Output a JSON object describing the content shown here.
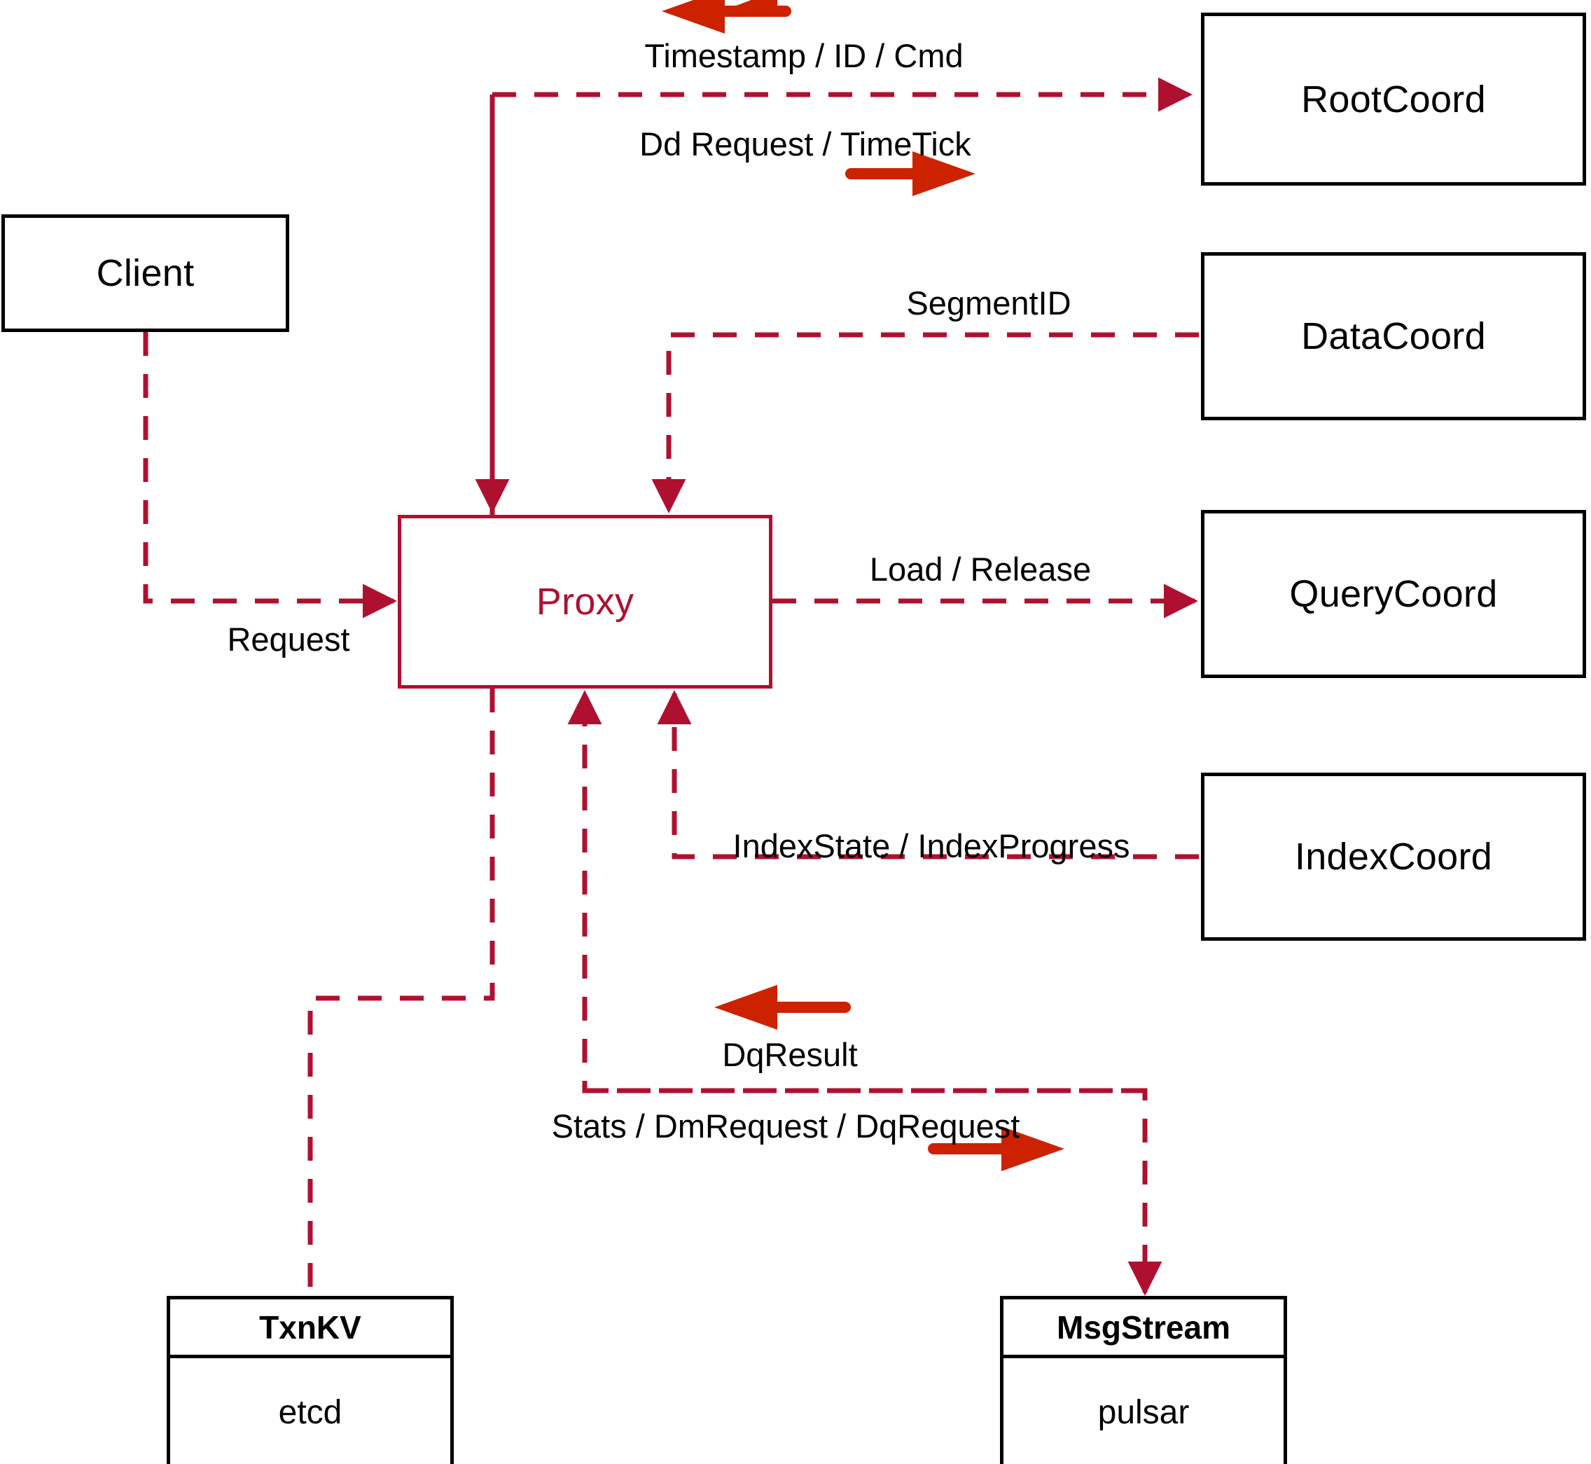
{
  "diagram": {
    "title": "Milvus Proxy interaction diagram",
    "colors": {
      "line": "#B01030",
      "thick_arrow": "#CC2200",
      "box_border": "#000000",
      "background": "#FFFFFF"
    },
    "nodes": [
      {
        "id": "client",
        "label": "Client",
        "style": "plain-black"
      },
      {
        "id": "proxy",
        "label": "Proxy",
        "style": "plain-red"
      },
      {
        "id": "rootcoord",
        "label": "RootCoord",
        "style": "plain-black"
      },
      {
        "id": "datacoord",
        "label": "DataCoord",
        "style": "plain-black"
      },
      {
        "id": "querycoord",
        "label": "QueryCoord",
        "style": "plain-black"
      },
      {
        "id": "indexcoord",
        "label": "IndexCoord",
        "style": "plain-black"
      }
    ],
    "stacked_nodes": [
      {
        "id": "txnkv",
        "header": "TxnKV",
        "body": "etcd"
      },
      {
        "id": "msgstream",
        "header": "MsgStream",
        "body": "pulsar"
      }
    ],
    "edge_labels": [
      {
        "id": "timestamp-id-cmd",
        "text": "Timestamp / ID / Cmd"
      },
      {
        "id": "dd-request-timetick",
        "text": "Dd Request / TimeTick"
      },
      {
        "id": "segmentid",
        "text": "SegmentID"
      },
      {
        "id": "load-release",
        "text": "Load / Release"
      },
      {
        "id": "request",
        "text": "Request"
      },
      {
        "id": "indexstate-indexprogress",
        "text": "IndexState / IndexProgress"
      },
      {
        "id": "dqresult",
        "text": "DqResult"
      },
      {
        "id": "stats-dmrequest-dqrequest",
        "text": "Stats / DmRequest / DqRequest"
      }
    ],
    "edges": [
      {
        "from": "proxy",
        "to": "rootcoord",
        "labels": [
          "Timestamp / ID / Cmd",
          "Dd Request / TimeTick"
        ],
        "style": "dashed"
      },
      {
        "from": "datacoord",
        "to": "proxy",
        "labels": [
          "SegmentID"
        ],
        "style": "dashed"
      },
      {
        "from": "proxy",
        "to": "querycoord",
        "labels": [
          "Load / Release"
        ],
        "style": "dashed"
      },
      {
        "from": "client",
        "to": "proxy",
        "labels": [
          "Request"
        ],
        "style": "dashed"
      },
      {
        "from": "indexcoord",
        "to": "proxy",
        "labels": [
          "IndexState / IndexProgress"
        ],
        "style": "dashed"
      },
      {
        "from": "proxy",
        "to": "msgstream",
        "labels": [
          "DqResult",
          "Stats / DmRequest / DqRequest"
        ],
        "style": "dashed"
      },
      {
        "from": "proxy",
        "to": "txnkv",
        "labels": [],
        "style": "dashed"
      }
    ]
  }
}
